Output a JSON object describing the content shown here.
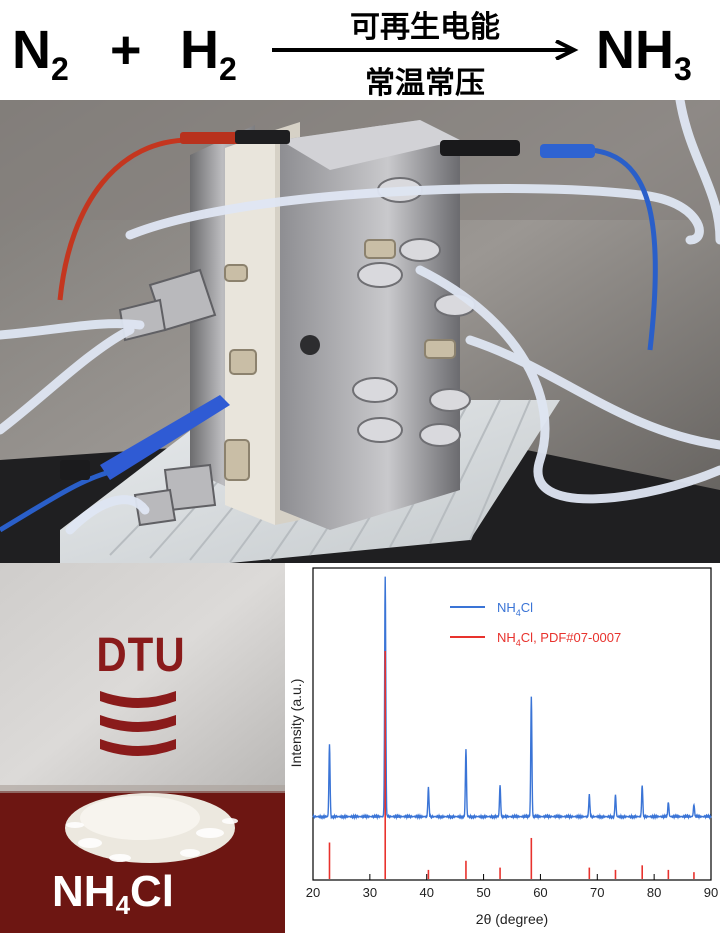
{
  "header": {
    "reactant_1": "N",
    "reactant_1_sub": "2",
    "plus": "+",
    "reactant_2": "H",
    "reactant_2_sub": "2",
    "condition_top": "可再生电能",
    "condition_bottom": "常温常压",
    "product": "NH",
    "product_sub": "3"
  },
  "sample_photo": {
    "logo_text": "DTU",
    "product_label": "NH",
    "product_label_sub": "4",
    "product_label_tail": "Cl"
  },
  "colors": {
    "measured": "#3a74d6",
    "reference": "#e8322d",
    "logo": "#8a1b1b"
  },
  "chart_data": {
    "type": "line",
    "xlabel": "2θ (degree)",
    "ylabel": "Intensity (a.u.)",
    "xlim": [
      20,
      90
    ],
    "xticks": [
      20,
      30,
      40,
      50,
      60,
      70,
      80,
      90
    ],
    "legend_position": "top-right",
    "series": [
      {
        "name_main": "NH",
        "name_sub": "4",
        "name_tail": "Cl",
        "kind": "line",
        "baseline": 0.06,
        "peaks": [
          {
            "x": 22.9,
            "y": 0.3
          },
          {
            "x": 32.7,
            "y": 1.0
          },
          {
            "x": 40.3,
            "y": 0.12
          },
          {
            "x": 46.9,
            "y": 0.28
          },
          {
            "x": 52.9,
            "y": 0.13
          },
          {
            "x": 58.4,
            "y": 0.5
          },
          {
            "x": 68.6,
            "y": 0.09
          },
          {
            "x": 73.2,
            "y": 0.09
          },
          {
            "x": 77.9,
            "y": 0.13
          },
          {
            "x": 82.5,
            "y": 0.06
          },
          {
            "x": 87.0,
            "y": 0.05
          }
        ]
      },
      {
        "name_main": "NH",
        "name_sub": "4",
        "name_tail": "Cl, PDF#07-0007",
        "kind": "stick",
        "peaks": [
          {
            "x": 22.9,
            "y": 0.16
          },
          {
            "x": 32.7,
            "y": 1.0
          },
          {
            "x": 40.3,
            "y": 0.04
          },
          {
            "x": 46.9,
            "y": 0.08
          },
          {
            "x": 52.9,
            "y": 0.05
          },
          {
            "x": 58.4,
            "y": 0.18
          },
          {
            "x": 68.6,
            "y": 0.05
          },
          {
            "x": 73.2,
            "y": 0.04
          },
          {
            "x": 77.9,
            "y": 0.06
          },
          {
            "x": 82.5,
            "y": 0.04
          },
          {
            "x": 87.0,
            "y": 0.03
          }
        ]
      }
    ]
  }
}
